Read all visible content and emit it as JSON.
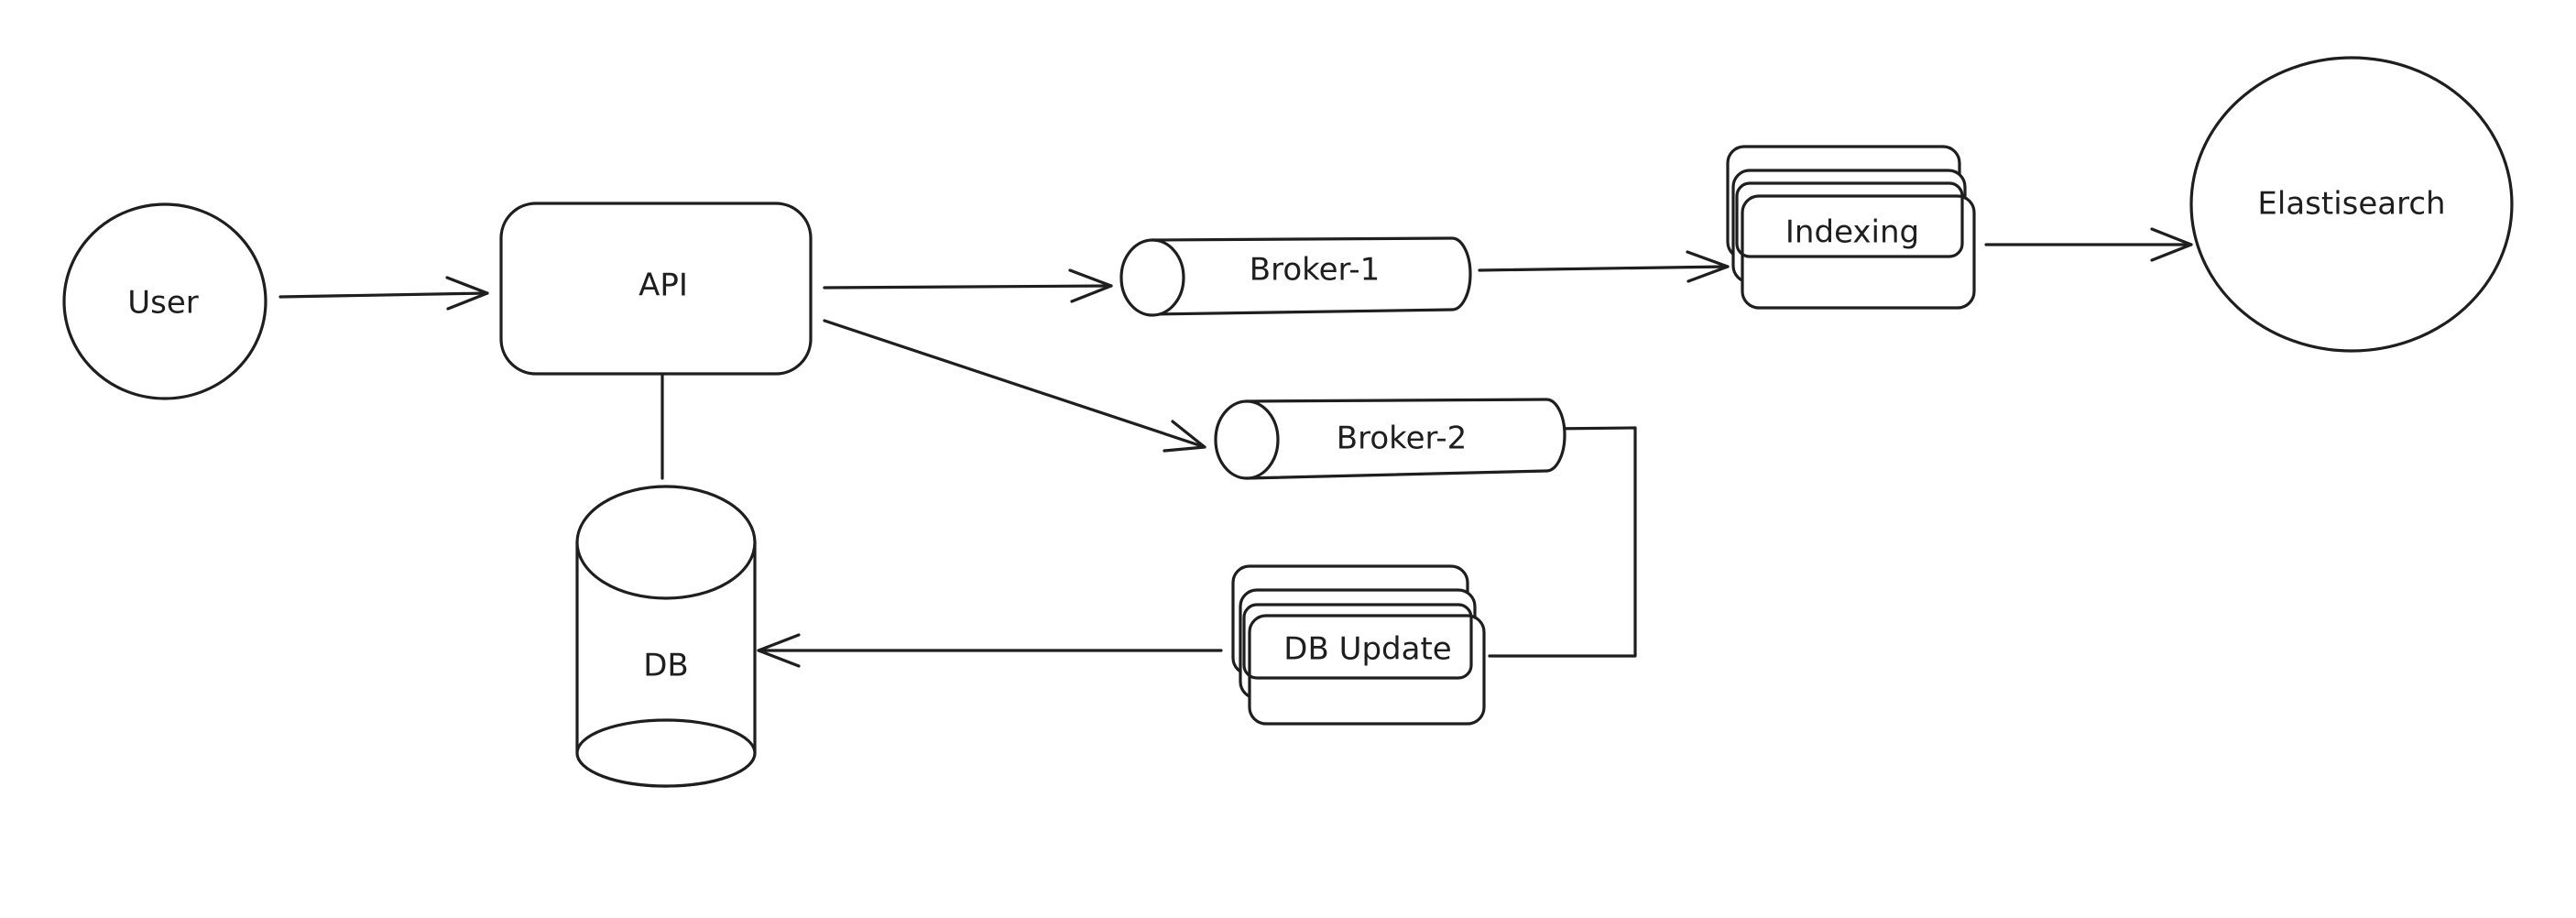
{
  "diagram": {
    "nodes": {
      "user": "User",
      "api": "API",
      "db": "DB",
      "broker1": "Broker-1",
      "broker2": "Broker-2",
      "indexing": "Indexing",
      "db_update": "DB Update",
      "elasticsearch": "Elastisearch"
    },
    "edges": [
      {
        "from": "User",
        "to": "API",
        "arrow": true
      },
      {
        "from": "API",
        "to": "DB",
        "arrow": false
      },
      {
        "from": "API",
        "to": "Broker-1",
        "arrow": true
      },
      {
        "from": "API",
        "to": "Broker-2",
        "arrow": true
      },
      {
        "from": "Broker-1",
        "to": "Indexing",
        "arrow": true
      },
      {
        "from": "Indexing",
        "to": "Elastisearch",
        "arrow": true
      },
      {
        "from": "Broker-2",
        "to": "DB Update",
        "arrow": false
      },
      {
        "from": "DB Update",
        "to": "DB",
        "arrow": true
      }
    ]
  }
}
